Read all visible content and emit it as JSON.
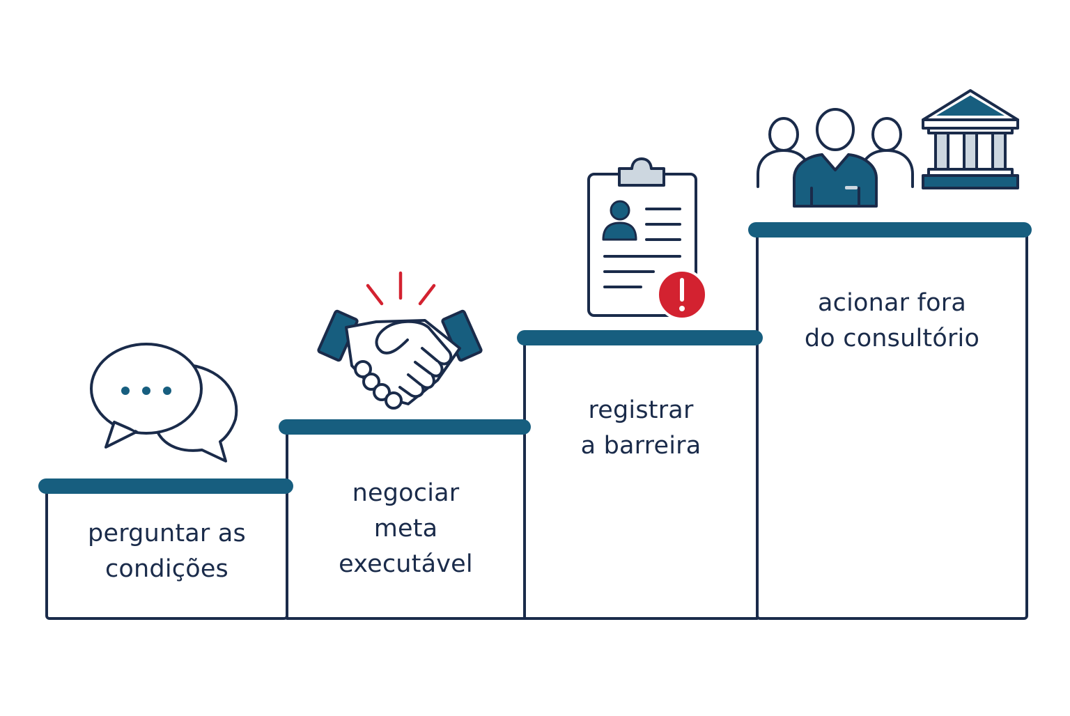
{
  "colors": {
    "outline": "#1a2b4a",
    "accent": "#175e7f",
    "alert": "#d32230",
    "light": "#cdd7e0",
    "background": "#ffffff"
  },
  "steps": [
    {
      "lines": [
        "perguntar as",
        "condições"
      ],
      "icon": "speech-bubbles-icon"
    },
    {
      "lines": [
        "negociar",
        "meta",
        "executável"
      ],
      "icon": "handshake-icon"
    },
    {
      "lines": [
        "registrar",
        "a barreira"
      ],
      "icon": "clipboard-alert-icon"
    },
    {
      "lines": [
        "acionar fora",
        "do consultório"
      ],
      "icon": "team-and-institution-icon"
    }
  ]
}
